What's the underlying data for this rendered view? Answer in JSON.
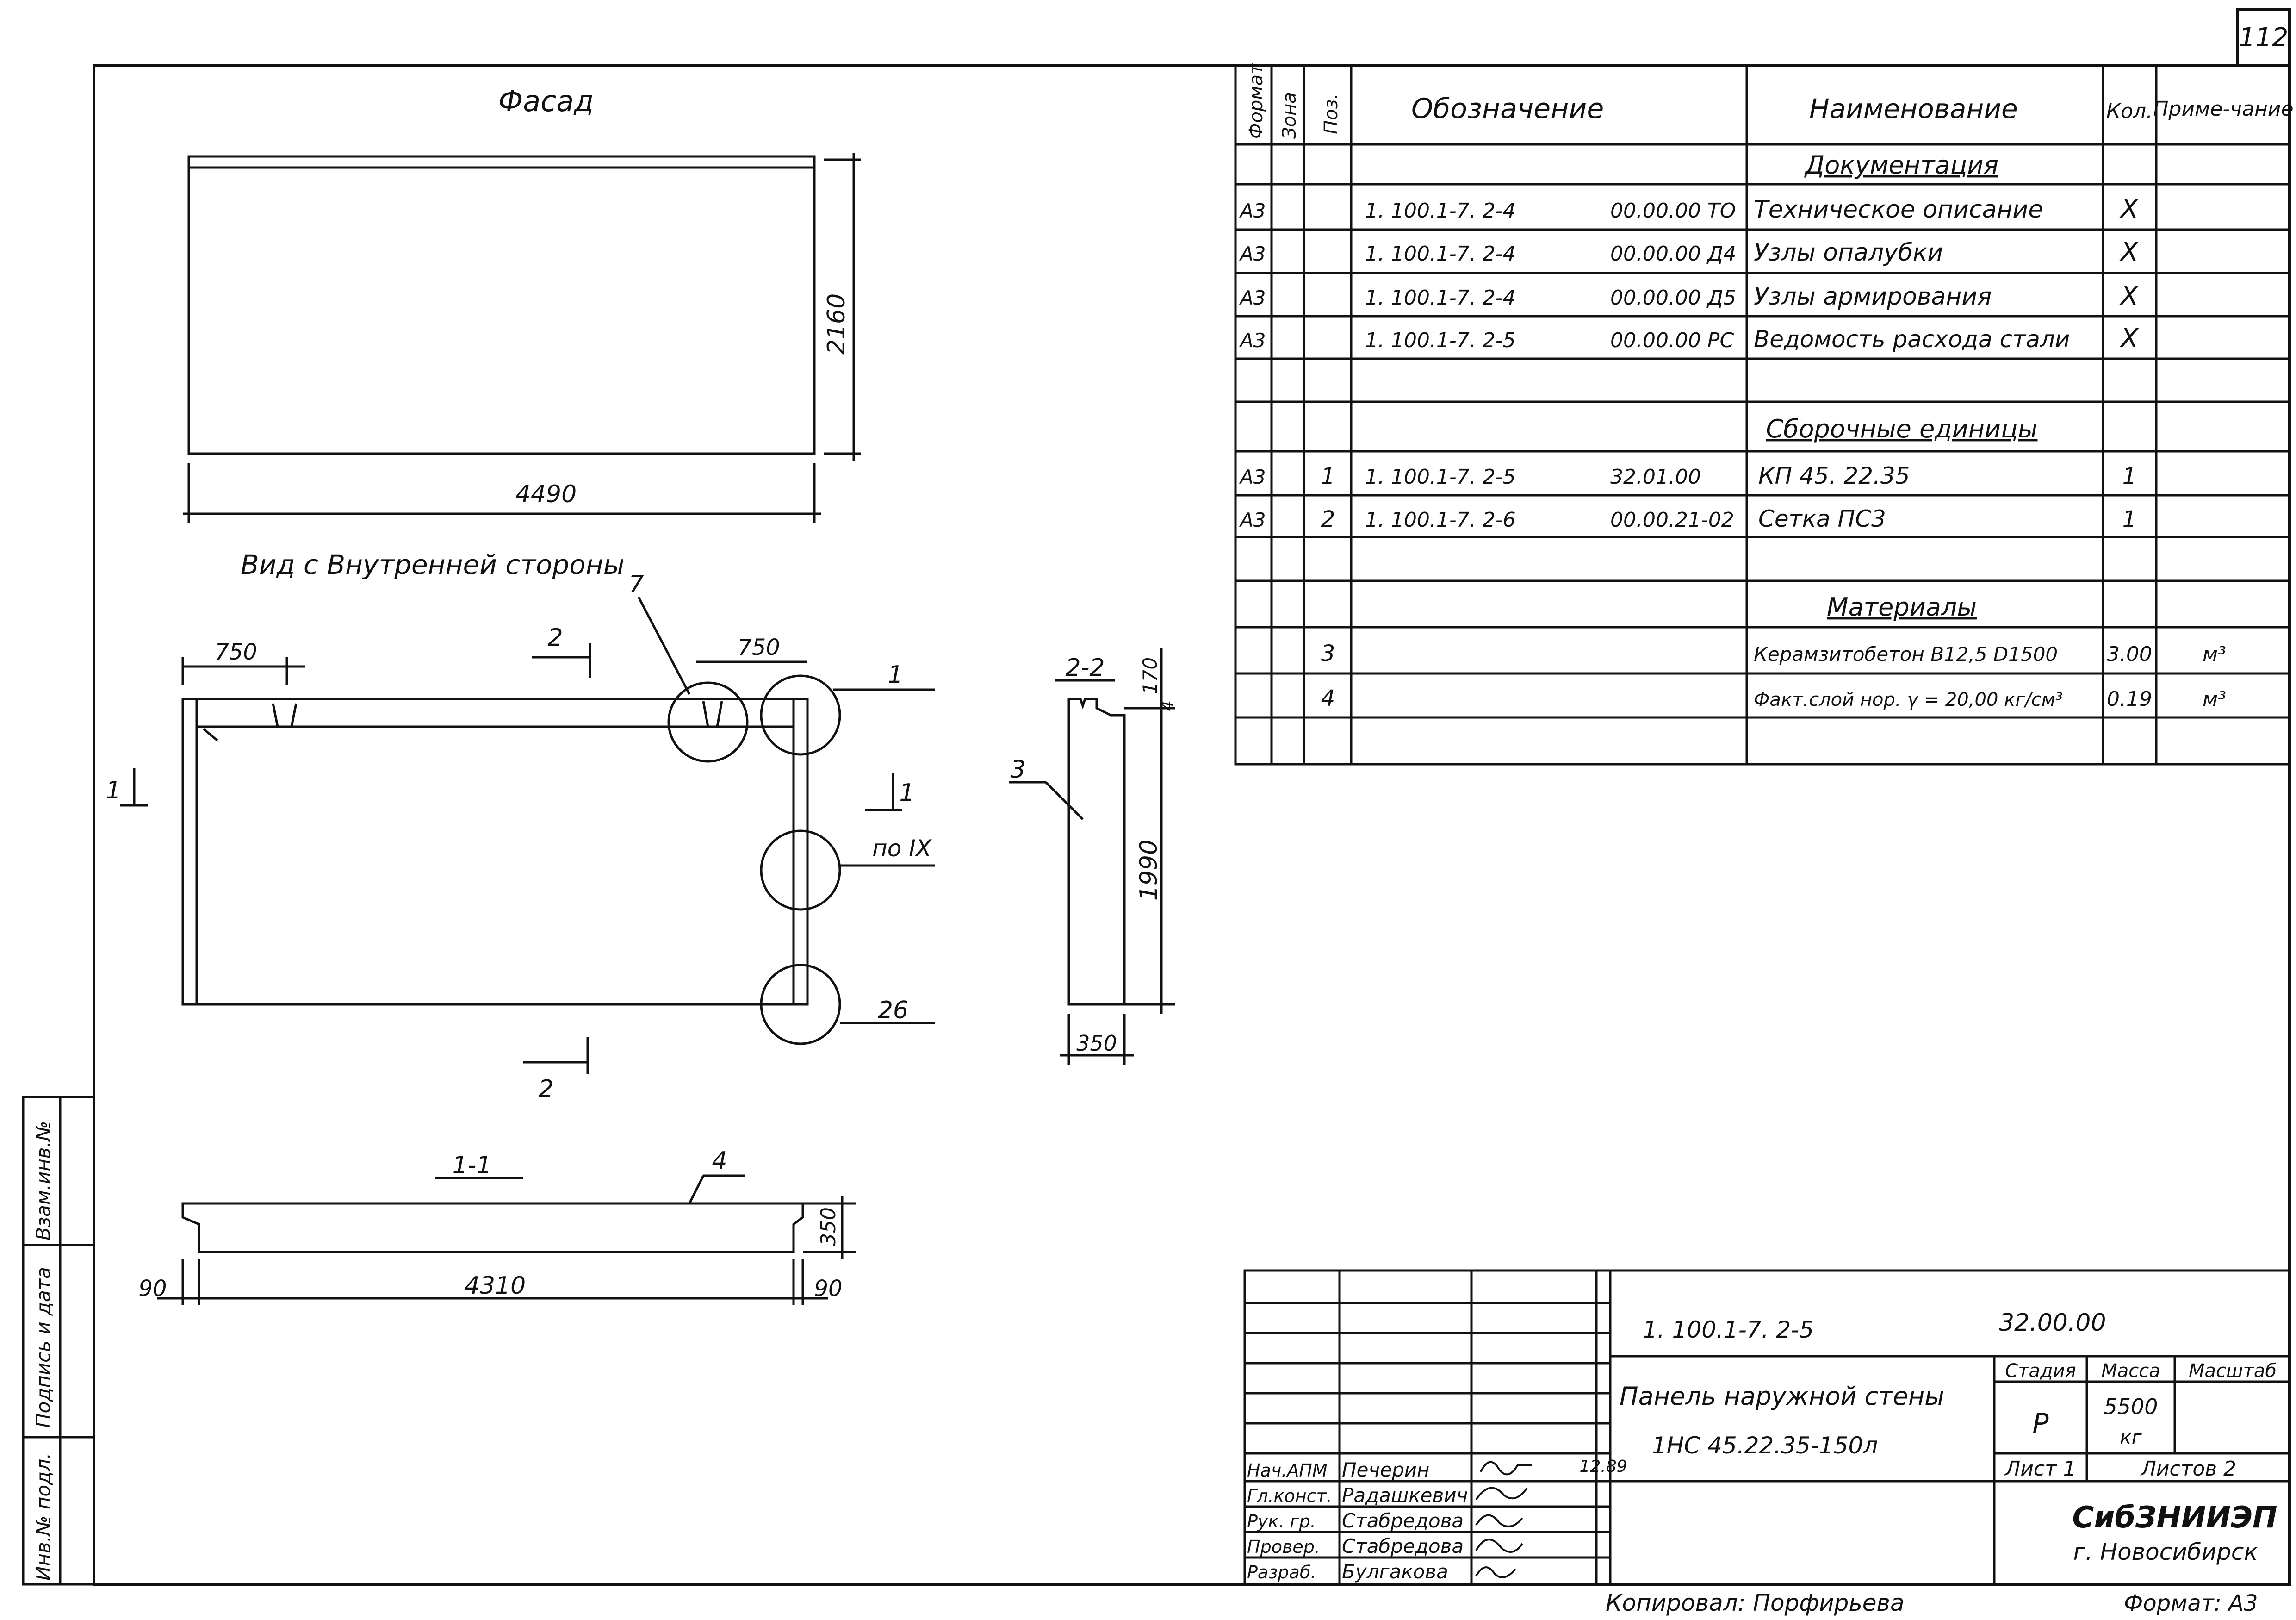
{
  "sheet_number": "112",
  "facade": {
    "title": "Фасад",
    "width_dim": "4490",
    "height_dim": "2160"
  },
  "inner_view": {
    "title": "Вид с Внутренней стороны",
    "dim_left": "750",
    "dim_right": "750",
    "callout_7": "7",
    "callout_1": "1",
    "callout_node": "по IX",
    "callout_26": "26",
    "section_mark_2_top": "2",
    "section_mark_2_bottom": "2",
    "section_mark_1_left": "1",
    "section_mark_1_right": "1"
  },
  "section_2_2": {
    "title": "2-2",
    "callout": "3",
    "dim_top": "170",
    "dim_small": "4",
    "dim_height": "1990",
    "dim_width": "350"
  },
  "section_1_1": {
    "title": "1-1",
    "callout": "4",
    "dim_left": "90",
    "dim_length": "4310",
    "dim_right": "90",
    "dim_thickness": "350"
  },
  "spec_table": {
    "headers": {
      "format": "Формат",
      "zone": "Зона",
      "pos": "Поз.",
      "designation": "Обозначение",
      "name": "Наименование",
      "qty": "Кол.",
      "note": "Приме-чание"
    },
    "sections": {
      "documentation": "Документация",
      "assembly": "Сборочные единицы",
      "materials": "Материалы"
    },
    "doc_rows": [
      {
        "format": "А3",
        "designation": "1. 100.1-7. 2-4",
        "code": "00.00.00 ТО",
        "name": "Техническое описание",
        "qty": "X"
      },
      {
        "format": "А3",
        "designation": "1. 100.1-7. 2-4",
        "code": "00.00.00 Д4",
        "name": "Узлы опалубки",
        "qty": "X"
      },
      {
        "format": "А3",
        "designation": "1. 100.1-7. 2-4",
        "code": "00.00.00 Д5",
        "name": "Узлы армирования",
        "qty": "X"
      },
      {
        "format": "А3",
        "designation": "1. 100.1-7. 2-5",
        "code": "00.00.00 РС",
        "name": "Ведомость расхода стали",
        "qty": "X"
      }
    ],
    "assembly_rows": [
      {
        "format": "А3",
        "pos": "1",
        "designation": "1. 100.1-7. 2-5",
        "code": "32.01.00",
        "name": "КП 45. 22.35",
        "qty": "1"
      },
      {
        "format": "А3",
        "pos": "2",
        "designation": "1. 100.1-7. 2-6",
        "code": "00.00.21-02",
        "name": "Сетка ПС3",
        "qty": "1"
      }
    ],
    "material_rows": [
      {
        "pos": "3",
        "name": "Керамзитобетон В12,5 D1500",
        "qty": "3.00",
        "note": "м³"
      },
      {
        "pos": "4",
        "name": "Факт.слой нор. γ = 20,00 кг/см³",
        "qty": "0.19",
        "note": "м³"
      }
    ]
  },
  "title_block": {
    "doc_code": "1. 100.1-7. 2-5",
    "doc_number": "32.00.00",
    "name_line1": "Панель наружной стены",
    "name_line2": "1НС 45.22.35-150л",
    "stage_label": "Стадия",
    "mass_label": "Масса",
    "scale_label": "Масштаб",
    "stage": "Р",
    "mass": "5500",
    "mass_unit": "кг",
    "sheet_label": "Лист 1",
    "sheets_label": "Листов 2",
    "org_name": "СибЗНИИЭП",
    "org_city": "г. Новосибирск",
    "date": "12.89",
    "signers": [
      {
        "role": "Нач.АПМ",
        "name": "Печерин"
      },
      {
        "role": "Гл.конст.",
        "name": "Радашкевич"
      },
      {
        "role": "Рук. гр.",
        "name": "Стабредова"
      },
      {
        "role": "Провер.",
        "name": "Стабредова"
      },
      {
        "role": "Разраб.",
        "name": "Булгакова"
      }
    ]
  },
  "side_stamp": {
    "inv_orig": "Инв.№ подл.",
    "sign_date": "Подпись и дата",
    "inv_dup": "Взам.инв.№"
  },
  "footer": {
    "copied": "Копировал: Порфирьева",
    "format": "Формат: А3"
  }
}
